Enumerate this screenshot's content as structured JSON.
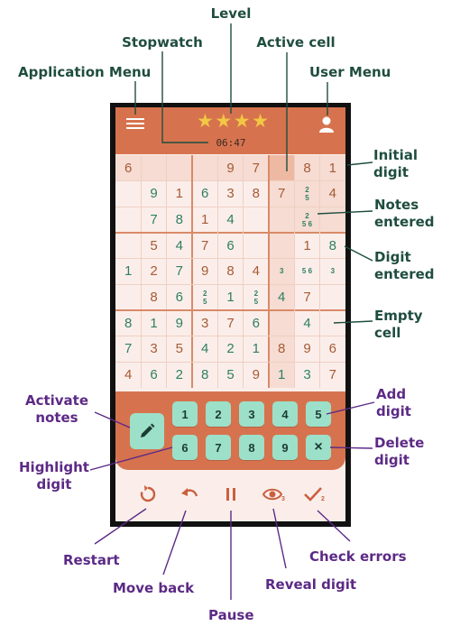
{
  "annotations": {
    "level": "Level",
    "stopwatch": "Stopwatch",
    "active_cell": "Active cell",
    "application_menu": "Application Menu",
    "user_menu": "User Menu",
    "initial_digit": [
      "Initial",
      "digit"
    ],
    "notes_entered": [
      "Notes",
      "entered"
    ],
    "digit_entered": [
      "Digit",
      "entered"
    ],
    "empty_cell": [
      "Empty",
      "cell"
    ],
    "activate_notes": [
      "Activate",
      "notes"
    ],
    "highlight_digit": [
      "Highlight",
      "digit"
    ],
    "add_digit": [
      "Add",
      "digit"
    ],
    "delete_digit": [
      "Delete",
      "digit"
    ],
    "restart": "Restart",
    "move_back": "Move back",
    "pause": "Pause",
    "reveal_digit": "Reveal digit",
    "check_errors": "Check errors"
  },
  "header": {
    "level_stars": [
      "★",
      "★",
      "★",
      "★"
    ],
    "timer": "06:47",
    "menu_icon": "hamburger-icon",
    "user_icon": "user-icon"
  },
  "grid": {
    "rows": [
      [
        {
          "v": "6",
          "t": "g"
        },
        {
          "v": "",
          "t": "e"
        },
        {
          "v": "",
          "t": "e"
        },
        {
          "v": "",
          "t": "e"
        },
        {
          "v": "9",
          "t": "g"
        },
        {
          "v": "7",
          "t": "g"
        },
        {
          "v": "",
          "t": "e"
        },
        {
          "v": "8",
          "t": "g"
        },
        {
          "v": "1",
          "t": "g"
        }
      ],
      [
        {
          "v": "",
          "t": "e"
        },
        {
          "v": "9",
          "t": "u"
        },
        {
          "v": "1",
          "t": "g"
        },
        {
          "v": "6",
          "t": "u"
        },
        {
          "v": "3",
          "t": "g"
        },
        {
          "v": "8",
          "t": "g"
        },
        {
          "v": "7",
          "t": "g"
        },
        {
          "v": "2\n5",
          "t": "n"
        },
        {
          "v": "4",
          "t": "g"
        }
      ],
      [
        {
          "v": "",
          "t": "e"
        },
        {
          "v": "7",
          "t": "u"
        },
        {
          "v": "8",
          "t": "u"
        },
        {
          "v": "1",
          "t": "g"
        },
        {
          "v": "4",
          "t": "u"
        },
        {
          "v": "",
          "t": "e"
        },
        {
          "v": "",
          "t": "e"
        },
        {
          "v": "2\n5 6",
          "t": "n"
        },
        {
          "v": "",
          "t": "e"
        }
      ],
      [
        {
          "v": "",
          "t": "e"
        },
        {
          "v": "5",
          "t": "g"
        },
        {
          "v": "4",
          "t": "u"
        },
        {
          "v": "7",
          "t": "g"
        },
        {
          "v": "6",
          "t": "u"
        },
        {
          "v": "",
          "t": "e"
        },
        {
          "v": "",
          "t": "e"
        },
        {
          "v": "1",
          "t": "g"
        },
        {
          "v": "8",
          "t": "u"
        }
      ],
      [
        {
          "v": "1",
          "t": "u"
        },
        {
          "v": "2",
          "t": "g"
        },
        {
          "v": "7",
          "t": "u"
        },
        {
          "v": "9",
          "t": "g"
        },
        {
          "v": "8",
          "t": "g"
        },
        {
          "v": "4",
          "t": "g"
        },
        {
          "v": "3",
          "t": "n"
        },
        {
          "v": "5 6",
          "t": "n"
        },
        {
          "v": "3",
          "t": "n"
        }
      ],
      [
        {
          "v": "",
          "t": "e"
        },
        {
          "v": "8",
          "t": "g"
        },
        {
          "v": "6",
          "t": "u"
        },
        {
          "v": "2\n5",
          "t": "n"
        },
        {
          "v": "1",
          "t": "u"
        },
        {
          "v": "2\n5",
          "t": "n"
        },
        {
          "v": "4",
          "t": "u"
        },
        {
          "v": "7",
          "t": "g"
        },
        {
          "v": "",
          "t": "e"
        }
      ],
      [
        {
          "v": "8",
          "t": "u"
        },
        {
          "v": "1",
          "t": "u"
        },
        {
          "v": "9",
          "t": "u"
        },
        {
          "v": "3",
          "t": "g"
        },
        {
          "v": "7",
          "t": "g"
        },
        {
          "v": "6",
          "t": "u"
        },
        {
          "v": "",
          "t": "e"
        },
        {
          "v": "4",
          "t": "u"
        },
        {
          "v": "",
          "t": "e"
        }
      ],
      [
        {
          "v": "7",
          "t": "u"
        },
        {
          "v": "3",
          "t": "g"
        },
        {
          "v": "5",
          "t": "g"
        },
        {
          "v": "4",
          "t": "u"
        },
        {
          "v": "2",
          "t": "u"
        },
        {
          "v": "1",
          "t": "u"
        },
        {
          "v": "8",
          "t": "g"
        },
        {
          "v": "9",
          "t": "g"
        },
        {
          "v": "6",
          "t": "g"
        }
      ],
      [
        {
          "v": "4",
          "t": "g"
        },
        {
          "v": "6",
          "t": "u"
        },
        {
          "v": "2",
          "t": "u"
        },
        {
          "v": "8",
          "t": "u"
        },
        {
          "v": "5",
          "t": "u"
        },
        {
          "v": "9",
          "t": "g"
        },
        {
          "v": "1",
          "t": "u"
        },
        {
          "v": "3",
          "t": "u"
        },
        {
          "v": "7",
          "t": "g"
        }
      ]
    ],
    "active": {
      "row": 0,
      "col": 6
    }
  },
  "pad": {
    "notes_icon": "pencil-icon",
    "row1": [
      "1",
      "2",
      "3",
      "4",
      "5"
    ],
    "row2": [
      "6",
      "7",
      "8",
      "9",
      "×"
    ]
  },
  "toolbar": {
    "restart_icon": "restart-icon",
    "undo_icon": "undo-icon",
    "pause_icon": "pause-icon",
    "reveal_icon": "eye-icon",
    "reveal_count": "3",
    "check_icon": "check-icon",
    "check_count": "2"
  },
  "colors": {
    "header": "#d6734e",
    "key": "#9de0c9",
    "given_digit": "#a65a36",
    "entered_digit": "#2f7f62",
    "annotation_green": "#1f4d3f",
    "annotation_purple": "#5c2a86"
  }
}
